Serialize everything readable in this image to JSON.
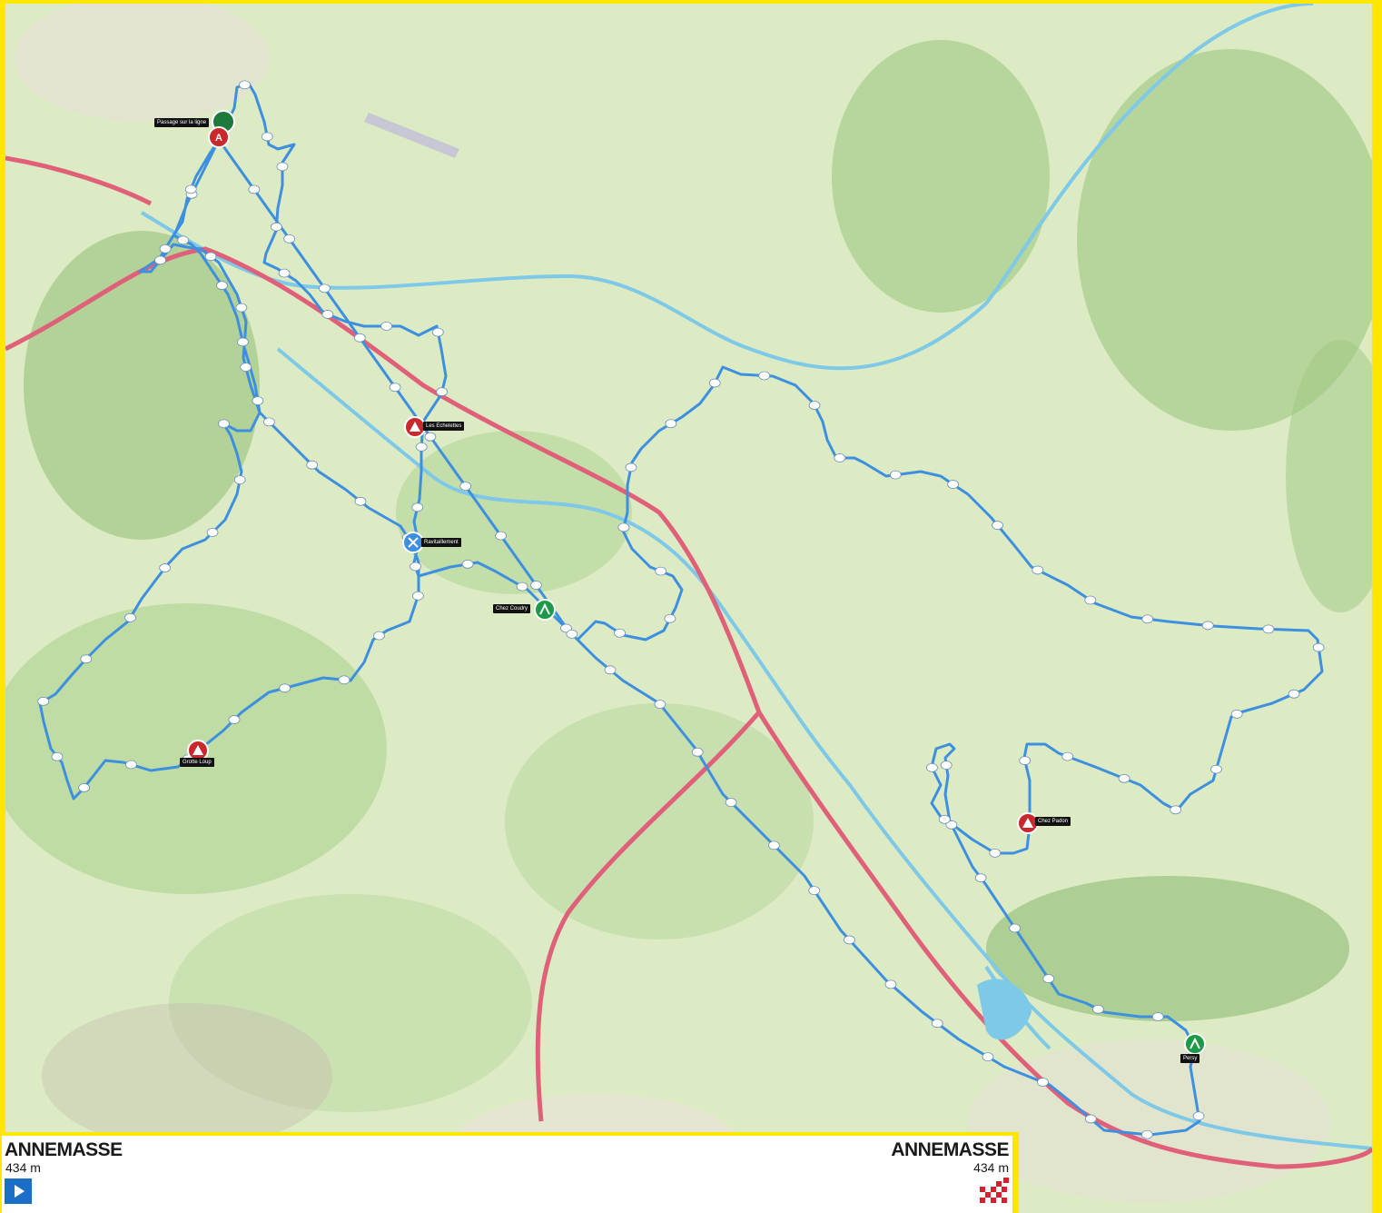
{
  "map": {
    "colors": {
      "route": "#3d8fe0",
      "km_marker": "#ffffff",
      "climb": "#c9282d",
      "sprint": "#1d9a47",
      "feed": "#3d8fe0",
      "motorway": "#e0607a",
      "river": "#7ec8e8",
      "land": "#dcebc4",
      "forest": "#a9d18e",
      "frame": "#ffe700"
    },
    "labels": {
      "passage": "Passage sur la ligne",
      "echelettes": "Les Echelettes",
      "ravitaillement": "Ravitaillement",
      "chez_coudry": "Chez Coudry",
      "grotte_loup": "Grotte Loup",
      "chez_padon": "Chez Padon",
      "pers_jussy": "Persy"
    },
    "start_marker_letter": "A",
    "icons": {
      "climb": "mountain-climb-icon",
      "sprint": "sprint-icon",
      "feed": "feed-zone-icon",
      "start": "play-icon",
      "finish": "checkered-flag-icon"
    }
  },
  "profile": {
    "start": {
      "town": "ANNEMASSE",
      "elevation": "434 m"
    },
    "finish": {
      "town": "ANNEMASSE",
      "elevation": "434 m"
    }
  }
}
